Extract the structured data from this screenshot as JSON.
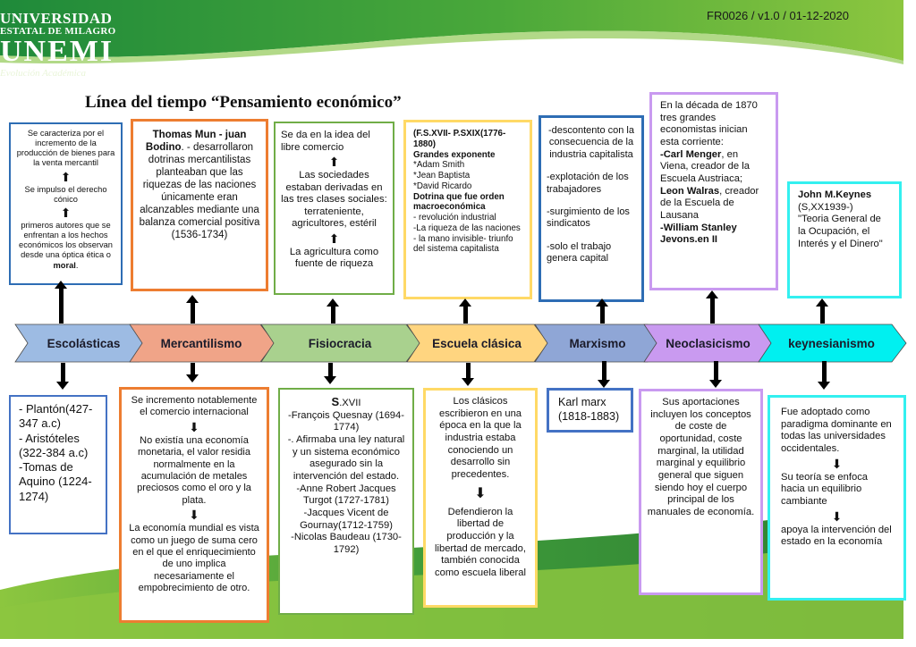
{
  "header": {
    "logo": {
      "line1": "UNIVERSIDAD",
      "line2": "ESTATAL DE MILAGRO",
      "line3": "UNEMI",
      "line4": "Evolución Académica"
    },
    "doc_ref": "FR0026 / v1.0 / 01-12-2020",
    "colors": {
      "green_dark": "#2e8b2e",
      "green_light": "#8cc63f"
    }
  },
  "title": "Línea del tiempo “Pensamiento económico”",
  "stages": [
    {
      "name": "Escolásticas",
      "color": "#9dbbe3"
    },
    {
      "name": "Mercantilismo",
      "color": "#f0a488"
    },
    {
      "name": "Fisiocracia",
      "color": "#a9d18e"
    },
    {
      "name": "Escuela clásica",
      "color": "#ffd580"
    },
    {
      "name": "Marxismo",
      "color": "#8fa6d6"
    },
    {
      "name": "Neoclasicismo",
      "color": "#c99af0"
    },
    {
      "name": "keynesianismo",
      "color": "#00f0f0"
    }
  ],
  "top_boxes": {
    "escolasticas": {
      "border": "#2e6db4",
      "p1": "Se caracteriza por el incremento de la producción de bienes para la venta mercantil",
      "p2": "Se impulso el derecho cónico",
      "p3": "primeros autores que se enfrentan a los hechos económicos los observan desde una óptica ética o ",
      "p3_bold": "moral",
      "p3_end": "."
    },
    "mercantilismo": {
      "border": "#ed7d31",
      "bold": "Thomas Mun - juan Bodino",
      "text": ". - desarrollaron dotrinas mercantilistas planteaban que las riquezas de las naciones únicamente eran alcanzables mediante una balanza comercial positiva (1536-1734)"
    },
    "fisiocracia": {
      "border": "#70ad47",
      "p1": "Se da en la idea del libre comercio",
      "p2": "Las sociedades estaban derivadas en las tres clases sociales: terrateniente, agricultores, estéril",
      "p3": "La agricultura como fuente de riqueza"
    },
    "clasica": {
      "border": "#ffd966",
      "b1": "(F.S.XVII- P.SXIX(1776-1880)",
      "b2": "Grandes exponente",
      "l1": "*Adam Smith",
      "l2": "*Jean Baptista",
      "l3": "*David Ricardo",
      "b3": "Dotrina que fue orden macroeconómica",
      "l4": "- revolución industrial",
      "l5": "-La riqueza de las naciones",
      "l6": "-  la mano invisible- triunfo del sistema capitalista"
    },
    "marxismo": {
      "border": "#2e6db4",
      "p1": "-descontento con la consecuencia de la industria capitalista",
      "p2": "-explotación de los trabajadores",
      "p3": "-surgimiento de los sindicatos",
      "p4": "-solo el trabajo genera capital"
    },
    "neoclasicismo": {
      "border": "#c99af0",
      "t1": "En la década de 1870 tres grandes economistas inician esta corriente:",
      "b1": "-Carl Menger",
      "t2": ", en Viena, creador de la Escuela Austriaca;",
      "b2": "Leon Walras",
      "t3": ", creador de la Escuela de Lausana",
      "b3": " -William Stanley Jevons.en II"
    },
    "keynesianismo": {
      "border": "#33f0f0",
      "b1": "John M.Keynes",
      "t1": "(S,XX1939-)",
      "t2": "\"Teoria General de la Ocupación, el Interés y el Dinero\""
    }
  },
  "bottom_boxes": {
    "escolasticas": {
      "border": "#4472c4",
      "lines": [
        "- Plantón(427-347 a.c)",
        "- Aristóteles (322-384 a.c)",
        "-Tomas de Aquino (1224-1274)"
      ]
    },
    "mercantilismo": {
      "border": "#ed7d31",
      "p1": "Se incremento notablemente el comercio internacional",
      "p2": "No existía una economía monetaria, el valor residia normalmente en la acumulación de metales preciosos como el oro y la plata.",
      "p3": "La economía mundial es vista como un juego de suma cero en el que el enriquecimiento de uno implica necesariamente el empobrecimiento de otro."
    },
    "fisiocracia": {
      "border": "#70ad47",
      "b1": "S",
      "t1": ".XVII",
      "lines": [
        "-François Quesnay (1694-1774)",
        "-. Afirmaba una ley natural y un sistema económico asegurado sin la intervención del estado.",
        "-Anne Robert Jacques Turgot (1727-1781)",
        "-Jacques Vicent de Gournay(1712-1759)",
        "-Nicolas Baudeau (1730-1792)"
      ]
    },
    "clasica": {
      "border": "#ffd966",
      "p1": "Los clásicos escribieron en una época en la que la industria estaba conociendo un desarrollo sin precedentes.",
      "p2": "Defendieron la libertad de producción y la libertad de mercado, también conocida como escuela liberal"
    },
    "marxismo": {
      "border": "#4472c4",
      "p1": "Karl marx (1818-1883)"
    },
    "neoclasicismo": {
      "border": "#c99af0",
      "p1": "Sus aportaciones incluyen los conceptos de coste de oportunidad, coste marginal, la utilidad marginal y equilibrio general que siguen siendo hoy el cuerpo principal de los manuales de economía."
    },
    "keynesianismo": {
      "border": "#33f0f0",
      "p1": "Fue adoptado como paradigma dominante en todas las universidades occidentales.",
      "p2": "Su teoría se enfoca hacia un equilibrio cambiante",
      "p3": "apoya la intervención del estado en la economía"
    }
  },
  "arrow_glyph": "⬆",
  "arrow_down_glyph": "⬇"
}
